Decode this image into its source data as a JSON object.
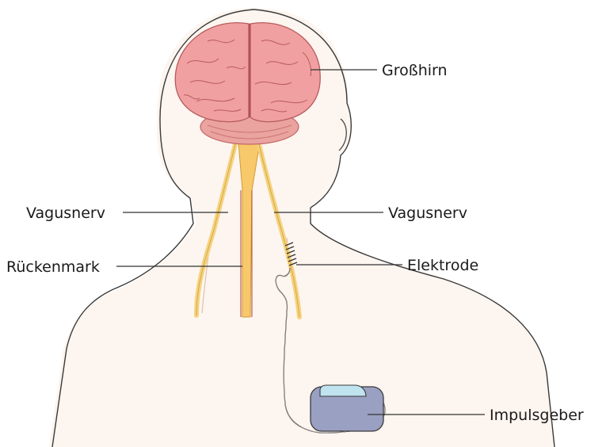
{
  "labels": {
    "grosshirn": "Großhirn",
    "vagusnerv_left": "Vagusnerv",
    "vagusnerv_right": "Vagusnerv",
    "rueckenmark": "Rückenmark",
    "elektrode": "Elektrode",
    "impulsgeber": "Impulsgeber"
  },
  "colors": {
    "brain": "#f0a0a0",
    "brain_outline": "#c2686b",
    "nerve": "#f6d27a",
    "skin": "#fbefe6",
    "device_body": "#9aa0c2",
    "device_cap": "#bfe3ef"
  }
}
